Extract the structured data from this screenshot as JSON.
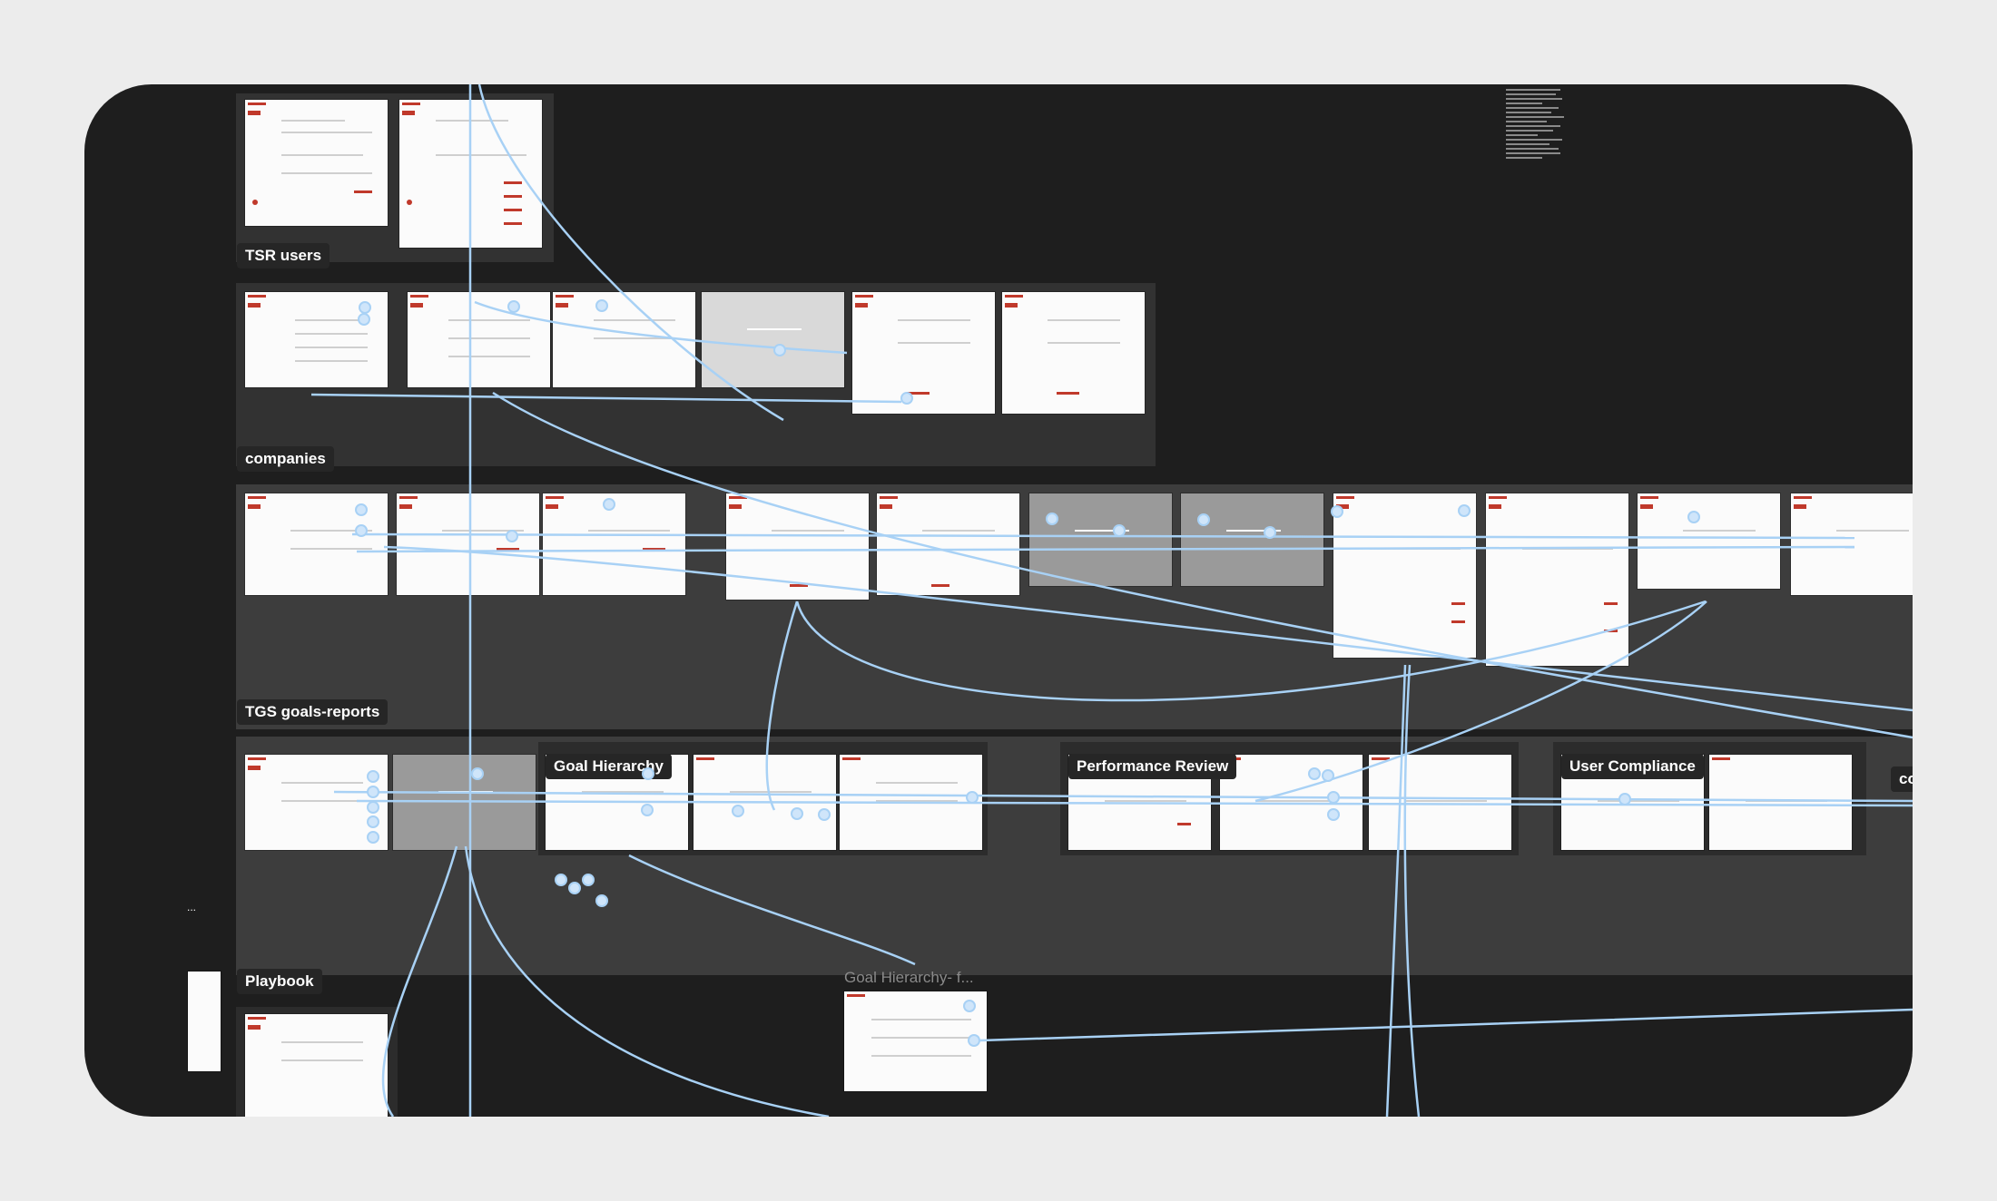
{
  "sections": {
    "tsr_users": "TSR users",
    "companies": "companies",
    "tgs_goals_reports": "TGS goals-reports",
    "playbook": "Playbook"
  },
  "subsections": {
    "goal_hierarchy": "Goal Hierarchy",
    "performance_review": "Performance Review",
    "user_compliance": "User Compliance",
    "cut_off": "co"
  },
  "floating_frame_title": "Goal Hierarchy- f...",
  "toolbar_dots": "...",
  "colors": {
    "canvas": "#1e1e1e",
    "section_dark": "#323232",
    "section_mid": "#3d3d3d",
    "wire": "#a8d1f5",
    "accent": "#c0392b"
  }
}
